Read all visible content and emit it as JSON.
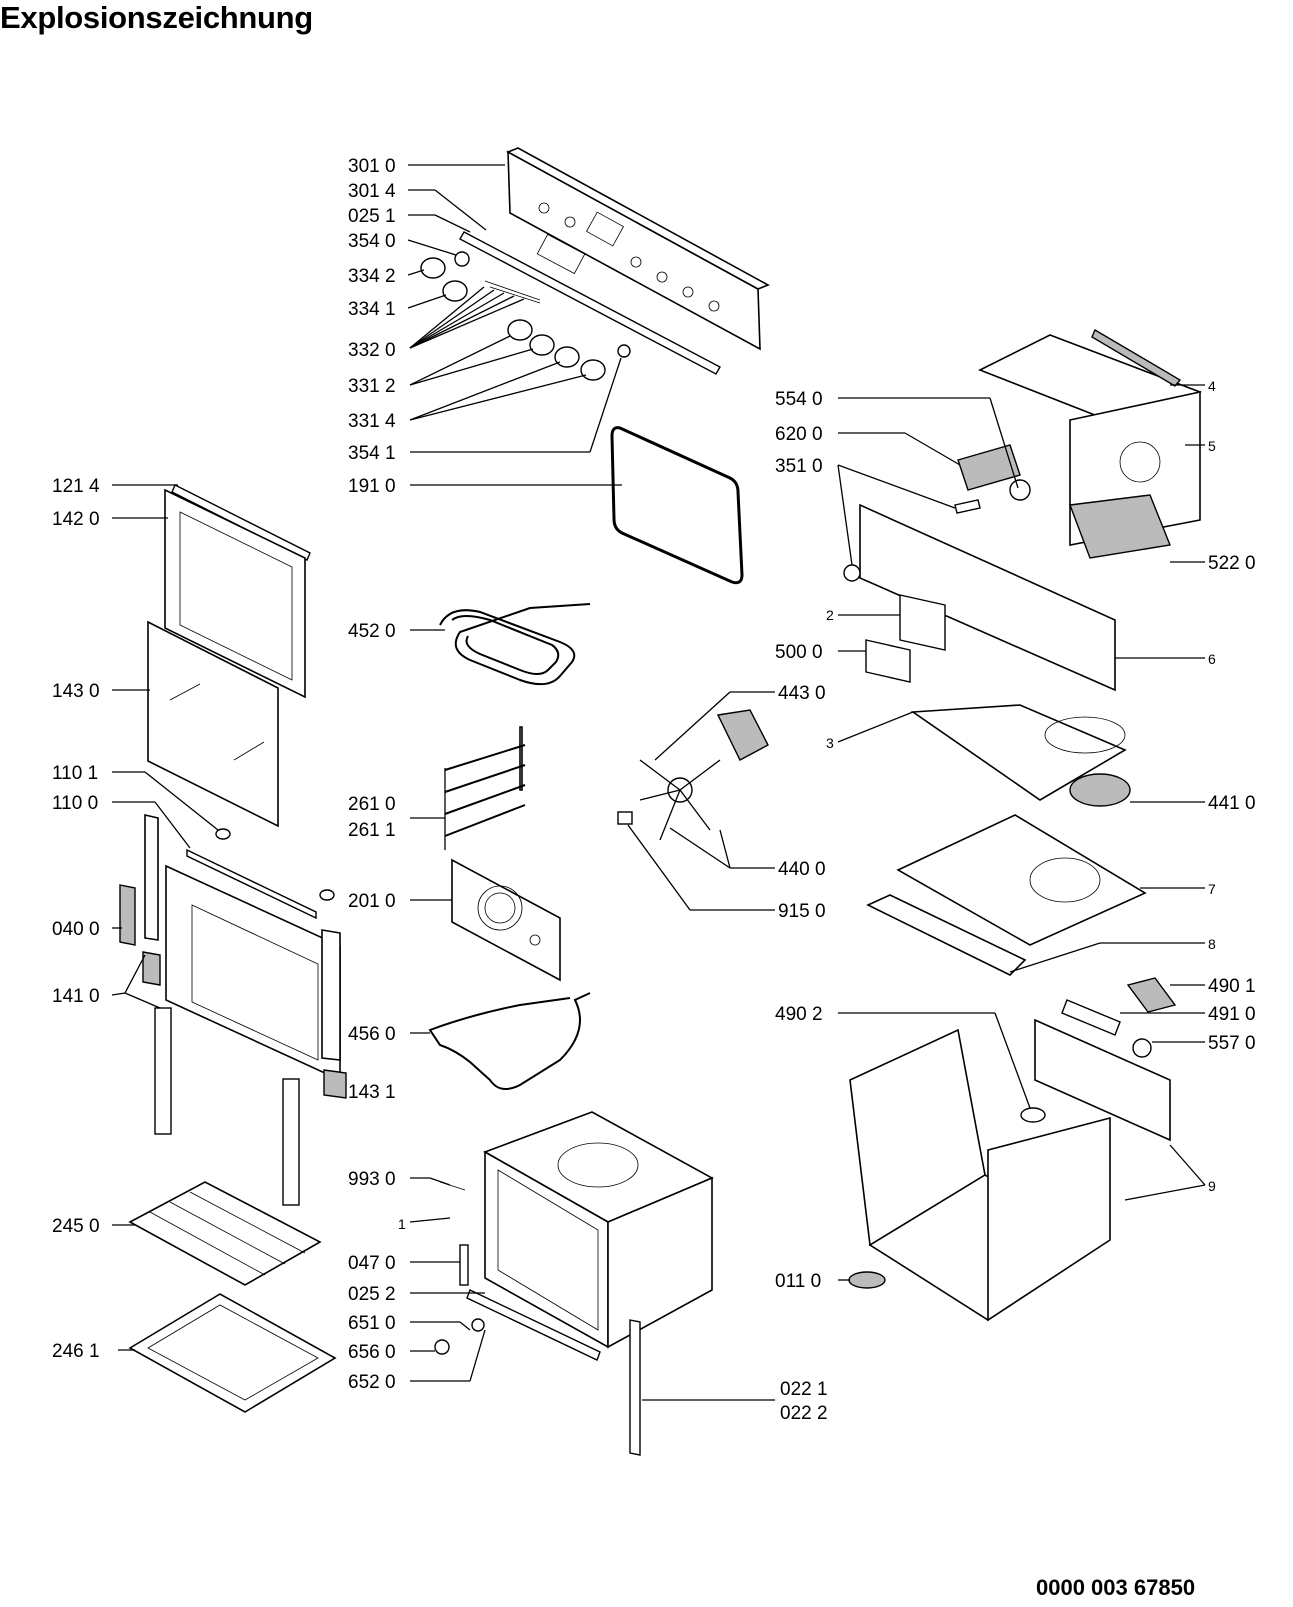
{
  "title": "Explosionszeichnung",
  "document_number": "0000 003 67850",
  "part_labels": {
    "p3010": "301 0",
    "p3014": "301 4",
    "p0251": "025 1",
    "p3540": "354 0",
    "p3342": "334 2",
    "p3341": "334 1",
    "p3320": "332 0",
    "p3312": "331 2",
    "p3314": "331 4",
    "p3541": "354 1",
    "p1910": "191 0",
    "p1214": "121 4",
    "p1420": "142 0",
    "p4520": "452 0",
    "p1430": "143 0",
    "p1101": "110 1",
    "p1100": "110 0",
    "p2610": "261 0",
    "p2611": "261 1",
    "p0400": "040 0",
    "p2010": "201 0",
    "p1410": "141 0",
    "p4560": "456 0",
    "p1431": "143 1",
    "p9930": "993 0",
    "p1": "1",
    "p2450": "245 0",
    "p0470": "047 0",
    "p0252": "025 2",
    "p6510": "651 0",
    "p2461": "246 1",
    "p6560": "656 0",
    "p6520": "652 0",
    "p0221": "022 1",
    "p0222": "022 2",
    "p5540": "554 0",
    "p6200": "620 0",
    "p3510": "351 0",
    "p4": "4",
    "p5": "5",
    "p5220": "522 0",
    "p2": "2",
    "p5000": "500 0",
    "p6": "6",
    "p4430": "443 0",
    "p3": "3",
    "p4410": "441 0",
    "p4400": "440 0",
    "p9150": "915 0",
    "p7": "7",
    "p8": "8",
    "p4901": "490 1",
    "p4902": "490 2",
    "p4910": "491 0",
    "p5570": "557 0",
    "p9": "9",
    "p0110": "011 0"
  }
}
